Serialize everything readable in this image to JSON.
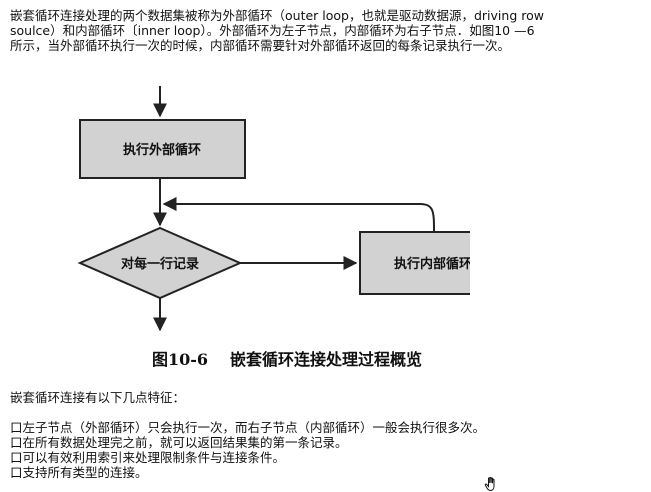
{
  "intro": {
    "line1": "嵌套循环连接处理的两个数据集被称为外部循环（outer loop，也就是驱动数据源，driving row",
    "line2": "soulce）和内部循环〔inner loop）。外部循环为左子节点，内部循环为右子节点．如图10 —6",
    "line3": "所示，当外部循环执行一次的时候，内部循环需要针对外部循环返回的每条记录执行一次。"
  },
  "diagram": {
    "outer_loop_label": "执行外部循环",
    "each_row_label": "对每一行记录",
    "inner_loop_label": "执行内部循环",
    "box_fill": "#d2d2d2",
    "stroke": "#222222"
  },
  "caption": {
    "number": "图10-6",
    "title": "嵌套循环连接处理过程概览"
  },
  "features": {
    "heading": "嵌套循环连接有以下几点特征：",
    "items": [
      "口左子节点（外部循环）只会执行一次，而右子节点（内部循环）一般会执行很多次。",
      "口在所有数据处理完之前，就可以返回结果集的第一条记录。",
      "口可以有效利用索引来处理限制条件与连接条件。",
      "口支持所有类型的连接。"
    ]
  },
  "cursor": {
    "icon": "hand-cursor-icon"
  }
}
